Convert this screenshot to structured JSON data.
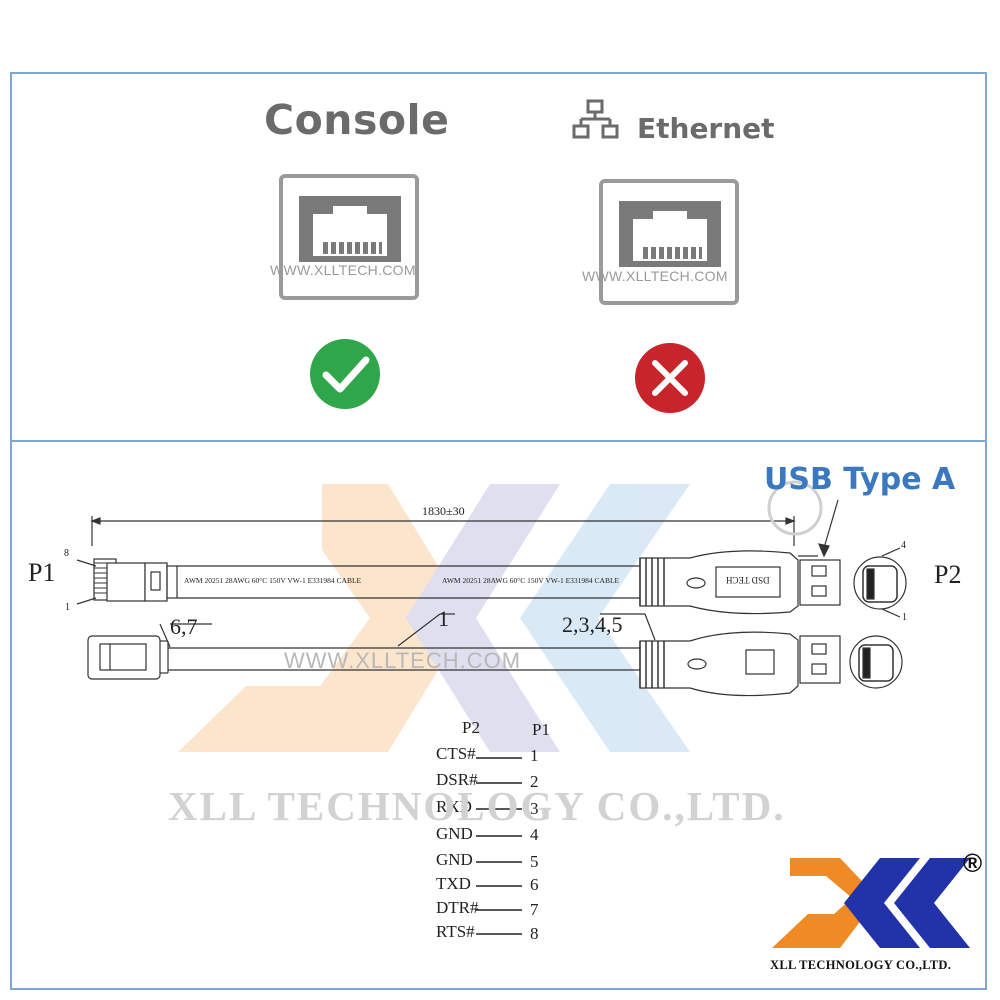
{
  "top": {
    "console_label": "Console",
    "ethernet_label": "Ethernet",
    "watermark_left": "WWW.XLLTECH.COM",
    "watermark_right": "WWW.XLLTECH.COM"
  },
  "icons": {
    "network": "network-topology-icon",
    "check": "checkmark-icon",
    "cross": "cross-icon"
  },
  "colors": {
    "border": "#7fa7cf",
    "check": "#2fa64a",
    "cross": "#c8242b",
    "usb_title": "#3a78c0",
    "logo_orange": "#f08a24",
    "logo_blue": "#2233aa"
  },
  "diagram": {
    "length": "1830±30",
    "p1": "P1",
    "p2": "P2",
    "usb_title": "USB Type A",
    "cable_text_1": "AWM 20251  28AWG  60°C 150V  VW-1 E331984  CABLE",
    "cable_text_2": "AWM 20251  28AWG  60°C 150V  VW-1 E331984  CABLE",
    "usb_brand": "DSD TECH",
    "pin8": "8",
    "pin1": "1",
    "pin4_r": "4",
    "pin1_r": "1",
    "callout_67": "6,7",
    "callout_1": "1",
    "callout_2345": "2,3,4,5",
    "watermark": "WWW.XLLTECH.COM",
    "company_watermark": "XLL TECHNOLOGY CO.,LTD."
  },
  "pinout": {
    "header_p2": "P2",
    "header_p1": "P1",
    "rows": [
      {
        "name": "CTS#",
        "pin": "1"
      },
      {
        "name": "DSR#",
        "pin": "2"
      },
      {
        "name": "RXD",
        "pin": "3"
      },
      {
        "name": "GND",
        "pin": "4"
      },
      {
        "name": "GND",
        "pin": "5"
      },
      {
        "name": "TXD",
        "pin": "6"
      },
      {
        "name": "DTR#",
        "pin": "7"
      },
      {
        "name": "RTS#",
        "pin": "8"
      }
    ]
  },
  "logo": {
    "text": "XLL TECHNOLOGY CO.,LTD.",
    "registered": "®"
  }
}
